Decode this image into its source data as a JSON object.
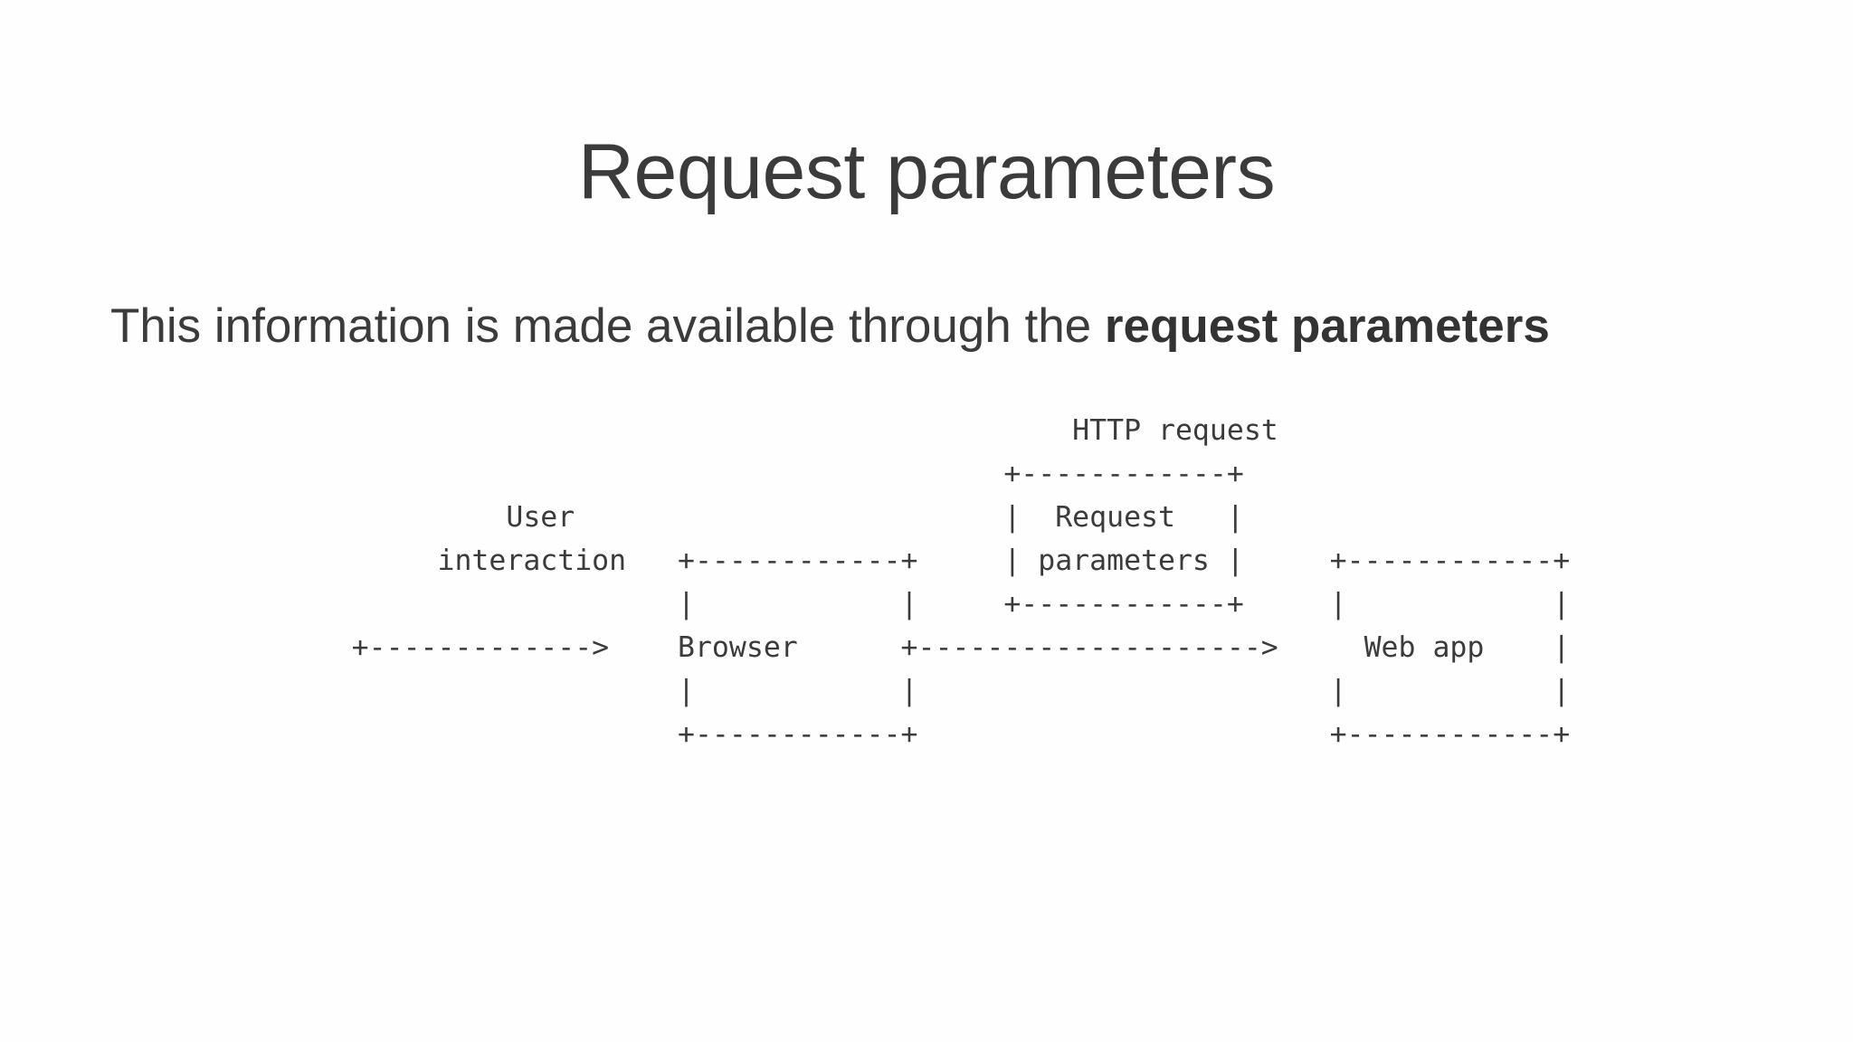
{
  "slide": {
    "title": "Request parameters",
    "subtitle": {
      "lead": "This information is made available through the ",
      "emphasis": "request parameters"
    },
    "colors": {
      "background": "#fefefe",
      "text": "#3b3b3b",
      "emphasis": "#333333"
    }
  },
  "diagram": {
    "type": "ascii-art",
    "labels": {
      "http_request": "HTTP request",
      "user_interaction_line1": "User",
      "user_interaction_line2": "interaction",
      "browser": "Browser",
      "request_parameters_line1": "Request",
      "request_parameters_line2": "parameters",
      "web_app": "Web app"
    },
    "nodes": [
      "Browser",
      "Request parameters",
      "Web app"
    ],
    "edges": [
      {
        "from": "User interaction",
        "to": "Browser",
        "label": ""
      },
      {
        "from": "Browser",
        "to": "Web app",
        "label": "HTTP request"
      }
    ],
    "ascii": "                                              HTTP request\n                                          +------------+\n             User                         |  Request   |\n         interaction   +------------+     | parameters |     +------------+\n                       |            |     +------------+     |            |\n    +------------->    Browser      +-------------------->     Web app    |\n                       |            |                        |            |\n                       +------------+                        +------------+"
  }
}
